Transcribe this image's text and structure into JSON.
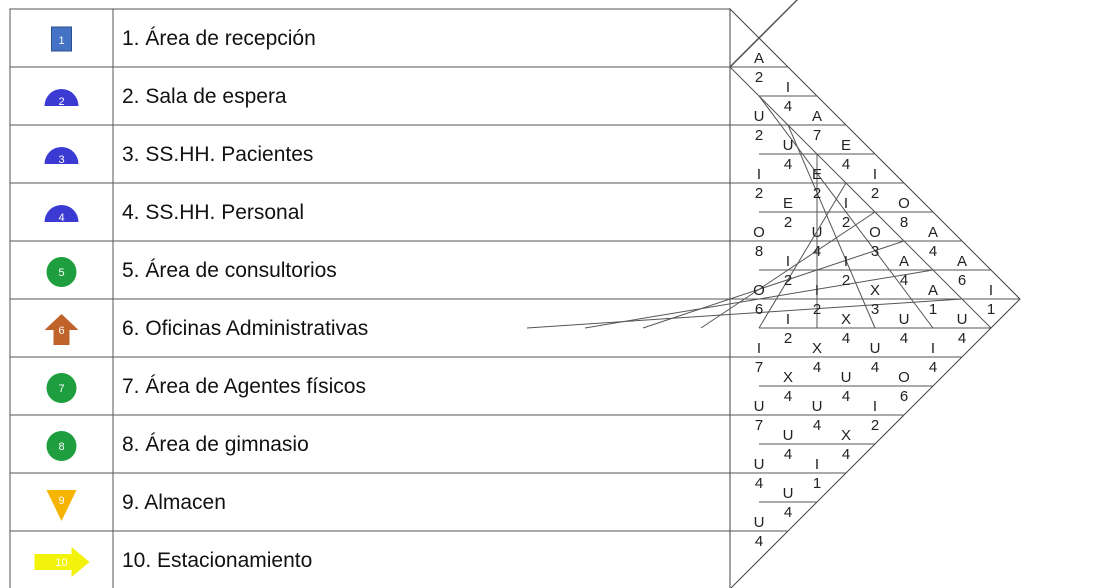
{
  "activities": [
    {
      "num": "1",
      "label": "1. Área de recepción",
      "symbol": "square",
      "color": "#4472c4"
    },
    {
      "num": "2",
      "label": "2. Sala de espera",
      "symbol": "half-circle",
      "color": "#3b3bd4"
    },
    {
      "num": "3",
      "label": "3. SS.HH. Pacientes",
      "symbol": "half-circle",
      "color": "#3b3bd4"
    },
    {
      "num": "4",
      "label": "4. SS.HH. Personal",
      "symbol": "half-circle",
      "color": "#3b3bd4"
    },
    {
      "num": "5",
      "label": "5. Área de consultorios",
      "symbol": "circle",
      "color": "#1e9e3e"
    },
    {
      "num": "6",
      "label": "6. Oficinas Administrativas",
      "symbol": "up-arrow",
      "color": "#c0632a"
    },
    {
      "num": "7",
      "label": "7. Área de Agentes físicos",
      "symbol": "circle",
      "color": "#1e9e3e"
    },
    {
      "num": "8",
      "label": "8. Área de gimnasio",
      "symbol": "circle",
      "color": "#1e9e3e"
    },
    {
      "num": "9",
      "label": "9. Almacen",
      "symbol": "down-triangle",
      "color": "#f5b400"
    },
    {
      "num": "10",
      "label": "10. Estacionamiento",
      "symbol": "right-arrow",
      "color": "#f2f20a"
    }
  ],
  "relationships": [
    {
      "pair": [
        1,
        2
      ],
      "letter": "A",
      "reason": "2"
    },
    {
      "pair": [
        1,
        3
      ],
      "letter": "I",
      "reason": "4"
    },
    {
      "pair": [
        1,
        4
      ],
      "letter": "A",
      "reason": "7"
    },
    {
      "pair": [
        1,
        5
      ],
      "letter": "E",
      "reason": "4"
    },
    {
      "pair": [
        1,
        6
      ],
      "letter": "I",
      "reason": "2"
    },
    {
      "pair": [
        1,
        7
      ],
      "letter": "O",
      "reason": "8"
    },
    {
      "pair": [
        1,
        8
      ],
      "letter": "A",
      "reason": "4"
    },
    {
      "pair": [
        1,
        9
      ],
      "letter": "A",
      "reason": "6"
    },
    {
      "pair": [
        1,
        10
      ],
      "letter": "I",
      "reason": "1"
    },
    {
      "pair": [
        2,
        3
      ],
      "letter": "U",
      "reason": "2"
    },
    {
      "pair": [
        2,
        4
      ],
      "letter": "U",
      "reason": "4"
    },
    {
      "pair": [
        2,
        5
      ],
      "letter": "E",
      "reason": "2"
    },
    {
      "pair": [
        2,
        6
      ],
      "letter": "I",
      "reason": "2"
    },
    {
      "pair": [
        2,
        7
      ],
      "letter": "O",
      "reason": "3"
    },
    {
      "pair": [
        2,
        8
      ],
      "letter": "A",
      "reason": "4"
    },
    {
      "pair": [
        2,
        9
      ],
      "letter": "A",
      "reason": "1"
    },
    {
      "pair": [
        2,
        10
      ],
      "letter": "U",
      "reason": "4"
    },
    {
      "pair": [
        3,
        4
      ],
      "letter": "I",
      "reason": "2"
    },
    {
      "pair": [
        3,
        5
      ],
      "letter": "E",
      "reason": "2"
    },
    {
      "pair": [
        3,
        6
      ],
      "letter": "U",
      "reason": "4"
    },
    {
      "pair": [
        3,
        7
      ],
      "letter": "I",
      "reason": "2"
    },
    {
      "pair": [
        3,
        8
      ],
      "letter": "X",
      "reason": "3"
    },
    {
      "pair": [
        3,
        9
      ],
      "letter": "U",
      "reason": "4"
    },
    {
      "pair": [
        3,
        10
      ],
      "letter": "I",
      "reason": "4"
    },
    {
      "pair": [
        4,
        5
      ],
      "letter": "O",
      "reason": "8"
    },
    {
      "pair": [
        4,
        6
      ],
      "letter": "I",
      "reason": "2"
    },
    {
      "pair": [
        4,
        7
      ],
      "letter": "I",
      "reason": "2"
    },
    {
      "pair": [
        4,
        8
      ],
      "letter": "X",
      "reason": "4"
    },
    {
      "pair": [
        4,
        9
      ],
      "letter": "U",
      "reason": "4"
    },
    {
      "pair": [
        4,
        10
      ],
      "letter": "O",
      "reason": "6"
    },
    {
      "pair": [
        5,
        6
      ],
      "letter": "O",
      "reason": "6"
    },
    {
      "pair": [
        5,
        7
      ],
      "letter": "I",
      "reason": "2"
    },
    {
      "pair": [
        5,
        8
      ],
      "letter": "X",
      "reason": "4"
    },
    {
      "pair": [
        5,
        9
      ],
      "letter": "U",
      "reason": "4"
    },
    {
      "pair": [
        5,
        10
      ],
      "letter": "I",
      "reason": "2"
    },
    {
      "pair": [
        6,
        7
      ],
      "letter": "I",
      "reason": "7"
    },
    {
      "pair": [
        6,
        8
      ],
      "letter": "X",
      "reason": "4"
    },
    {
      "pair": [
        6,
        9
      ],
      "letter": "U",
      "reason": "4"
    },
    {
      "pair": [
        6,
        10
      ],
      "letter": "X",
      "reason": "4"
    },
    {
      "pair": [
        7,
        8
      ],
      "letter": "U",
      "reason": "7"
    },
    {
      "pair": [
        7,
        9
      ],
      "letter": "U",
      "reason": "4"
    },
    {
      "pair": [
        7,
        10
      ],
      "letter": "I",
      "reason": "1"
    },
    {
      "pair": [
        8,
        9
      ],
      "letter": "U",
      "reason": "4"
    },
    {
      "pair": [
        8,
        10
      ],
      "letter": "U",
      "reason": "4"
    },
    {
      "pair": [
        9,
        10
      ],
      "letter": "U",
      "reason": "4"
    }
  ]
}
